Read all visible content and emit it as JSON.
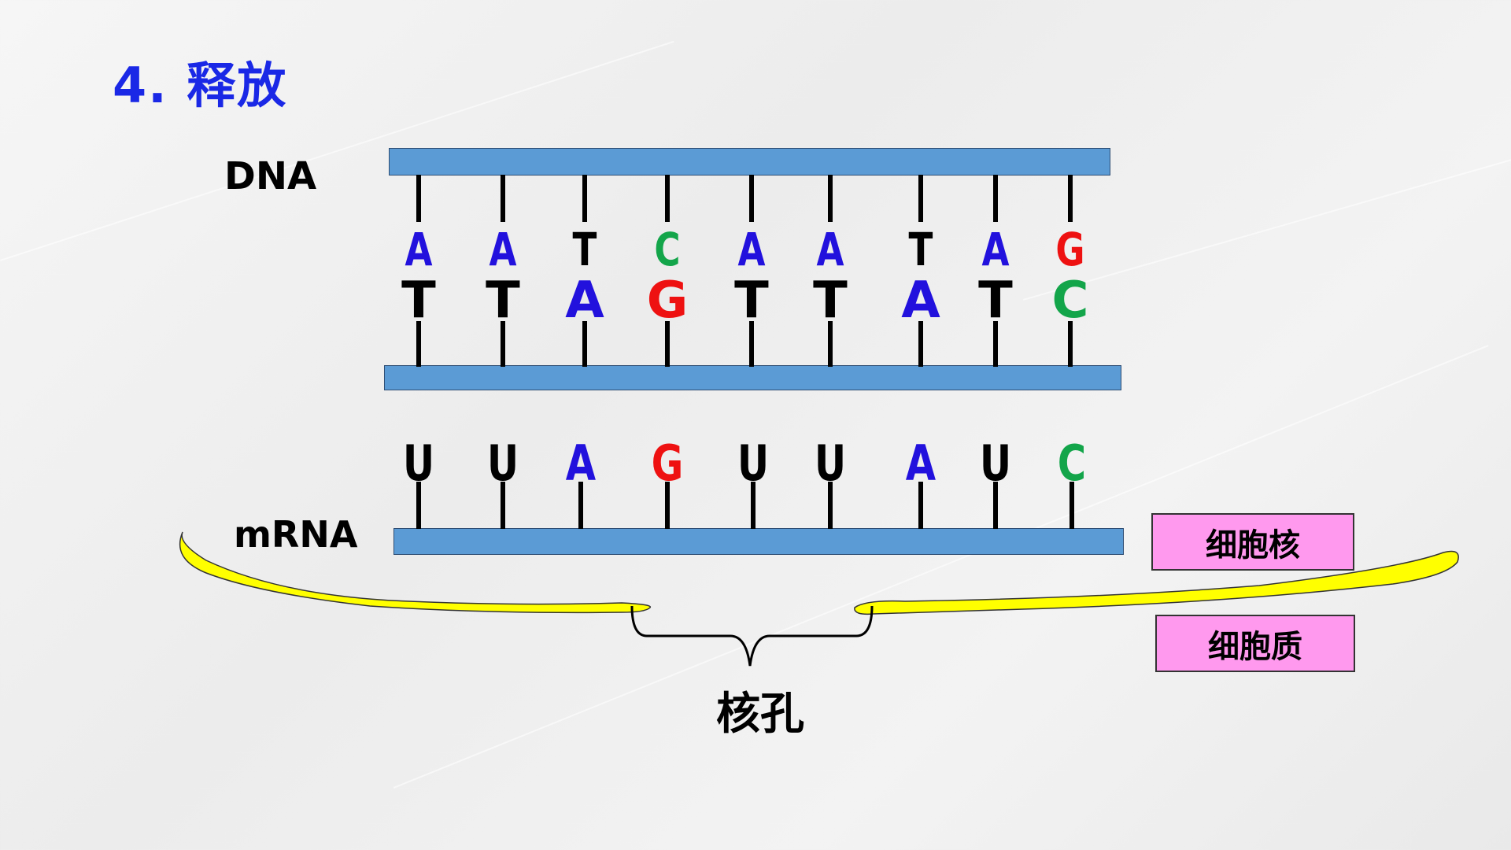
{
  "title": "4. 释放",
  "labels": {
    "dna": "DNA",
    "mrna": "mRNA",
    "nuclear_pore": "核孔",
    "nucleus": "细胞核",
    "cytoplasm": "细胞质"
  },
  "dna_top_strand": [
    "A",
    "A",
    "T",
    "C",
    "A",
    "A",
    "T",
    "A",
    "G"
  ],
  "dna_bottom_strand": [
    "T",
    "T",
    "A",
    "G",
    "T",
    "T",
    "A",
    "T",
    "C"
  ],
  "mrna_strand": [
    "U",
    "U",
    "A",
    "G",
    "U",
    "U",
    "A",
    "U",
    "C"
  ],
  "base_colors": {
    "A": "#2211dd",
    "T": "#000000",
    "C": "#13a54a",
    "G": "#ee1111",
    "U": "#000000"
  },
  "colors": {
    "title": "#1a28e6",
    "strand_bar": "#5b9bd5",
    "membrane": "#ffff00",
    "label_box": "#ff99ee"
  }
}
